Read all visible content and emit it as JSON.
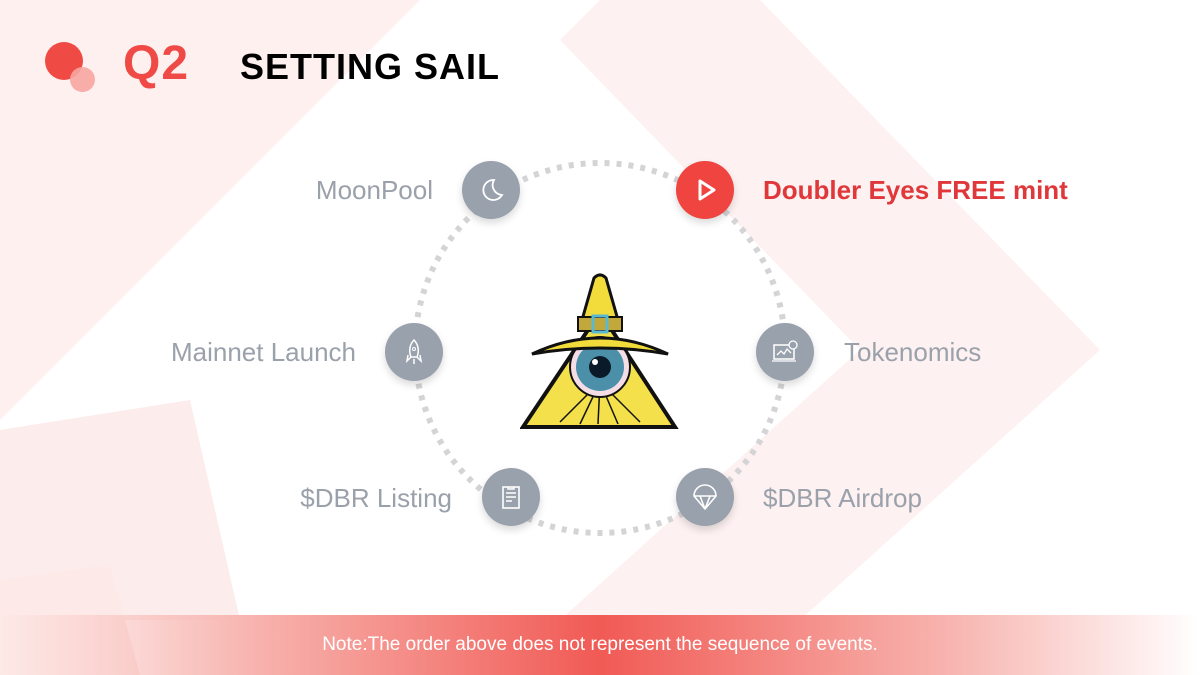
{
  "header": {
    "quarter": "Q2",
    "title": "SETTING SAIL"
  },
  "items": [
    {
      "label": "MoonPool",
      "icon": "moon-icon",
      "active": false
    },
    {
      "label": "Doubler Eyes FREE mint",
      "icon": "play-icon",
      "active": true
    },
    {
      "label": "Mainnet Launch",
      "icon": "rocket-icon",
      "active": false
    },
    {
      "label": "Tokenomics",
      "icon": "chart-coin-icon",
      "active": false
    },
    {
      "label": "$DBR Listing",
      "icon": "clipboard-icon",
      "active": false
    },
    {
      "label": "$DBR Airdrop",
      "icon": "parachute-icon",
      "active": false
    }
  ],
  "footer": {
    "note": "Note:The order above does not represent the sequence of events."
  },
  "colors": {
    "accent": "#f04440",
    "inactive": "#99a1ad"
  }
}
